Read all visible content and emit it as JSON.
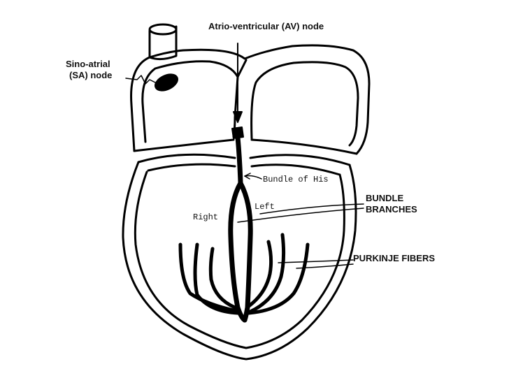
{
  "labels": {
    "av_node": "Atrio-ventricular (AV) node",
    "sa_node_line1": "Sino-atrial",
    "sa_node_line2": "(SA) node",
    "bundle_of_his": "Bundle of His",
    "left": "Left",
    "right": "Right",
    "bundle_branches_line1": "BUNDLE",
    "bundle_branches_line2": "BRANCHES",
    "purkinje_fibers": "PURKINJE FIBERS"
  },
  "colors": {
    "ink": "#000000",
    "background": "#ffffff"
  }
}
